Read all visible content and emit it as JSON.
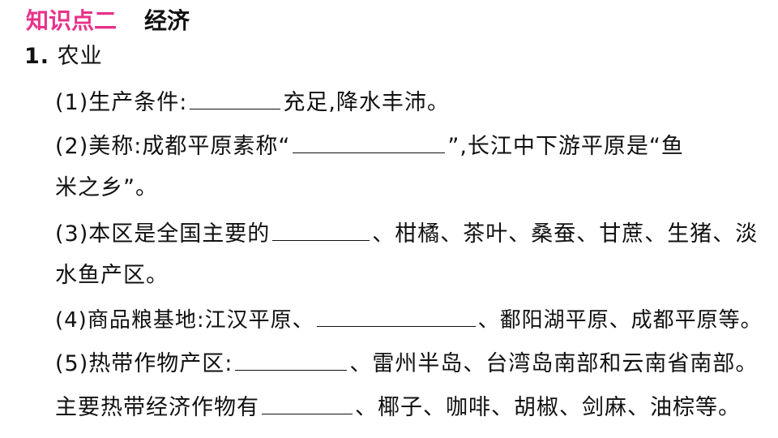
{
  "section": {
    "label": "知识点二",
    "topic": "经济"
  },
  "item1": {
    "number": "1.",
    "title": "农业"
  },
  "q1": {
    "prefix": "(1)生产条件:",
    "suffix": "充足,降水丰沛。"
  },
  "q2": {
    "prefix": "(2)美称:成都平原素称“",
    "suffix": "”,长江中下游平原是“鱼",
    "cont": "米之乡”。"
  },
  "q3": {
    "prefix": "(3)本区是全国主要的",
    "suffix": "、柑橘、茶叶、桑蚕、甘蔗、生猪、淡",
    "cont": "水鱼产区。"
  },
  "q4": {
    "prefix": "(4)商品粮基地:江汉平原、",
    "suffix": "、鄱阳湖平原、成都平原等。"
  },
  "q5": {
    "prefix": "(5)热带作物产区:",
    "suffix": "、雷州半岛、台湾岛南部和云南省南部。",
    "cont_prefix": "主要热带经济作物有",
    "cont_suffix": "、椰子、咖啡、胡椒、剑麻、油棕等。"
  }
}
